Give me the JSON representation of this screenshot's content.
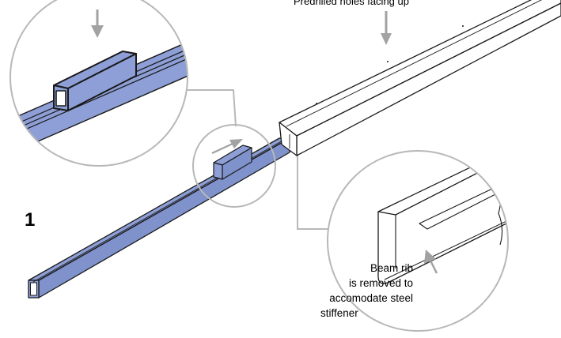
{
  "labels": {
    "predrilled": "Predrilled holes facing up",
    "step_number": "1",
    "rib_note": {
      "line1": "Beam rib",
      "line2": "is removed to",
      "line3": "accomodate steel",
      "line4": "stiffener"
    }
  },
  "colors": {
    "stiffener_blue": "#8d9fd6",
    "callout_circle": "#b8b8b8",
    "arrow_gray": "#a2a2a2",
    "outline": "#1a1a1a"
  },
  "icons": [
    "down-arrow-icon",
    "pointer-arrow-icon"
  ]
}
